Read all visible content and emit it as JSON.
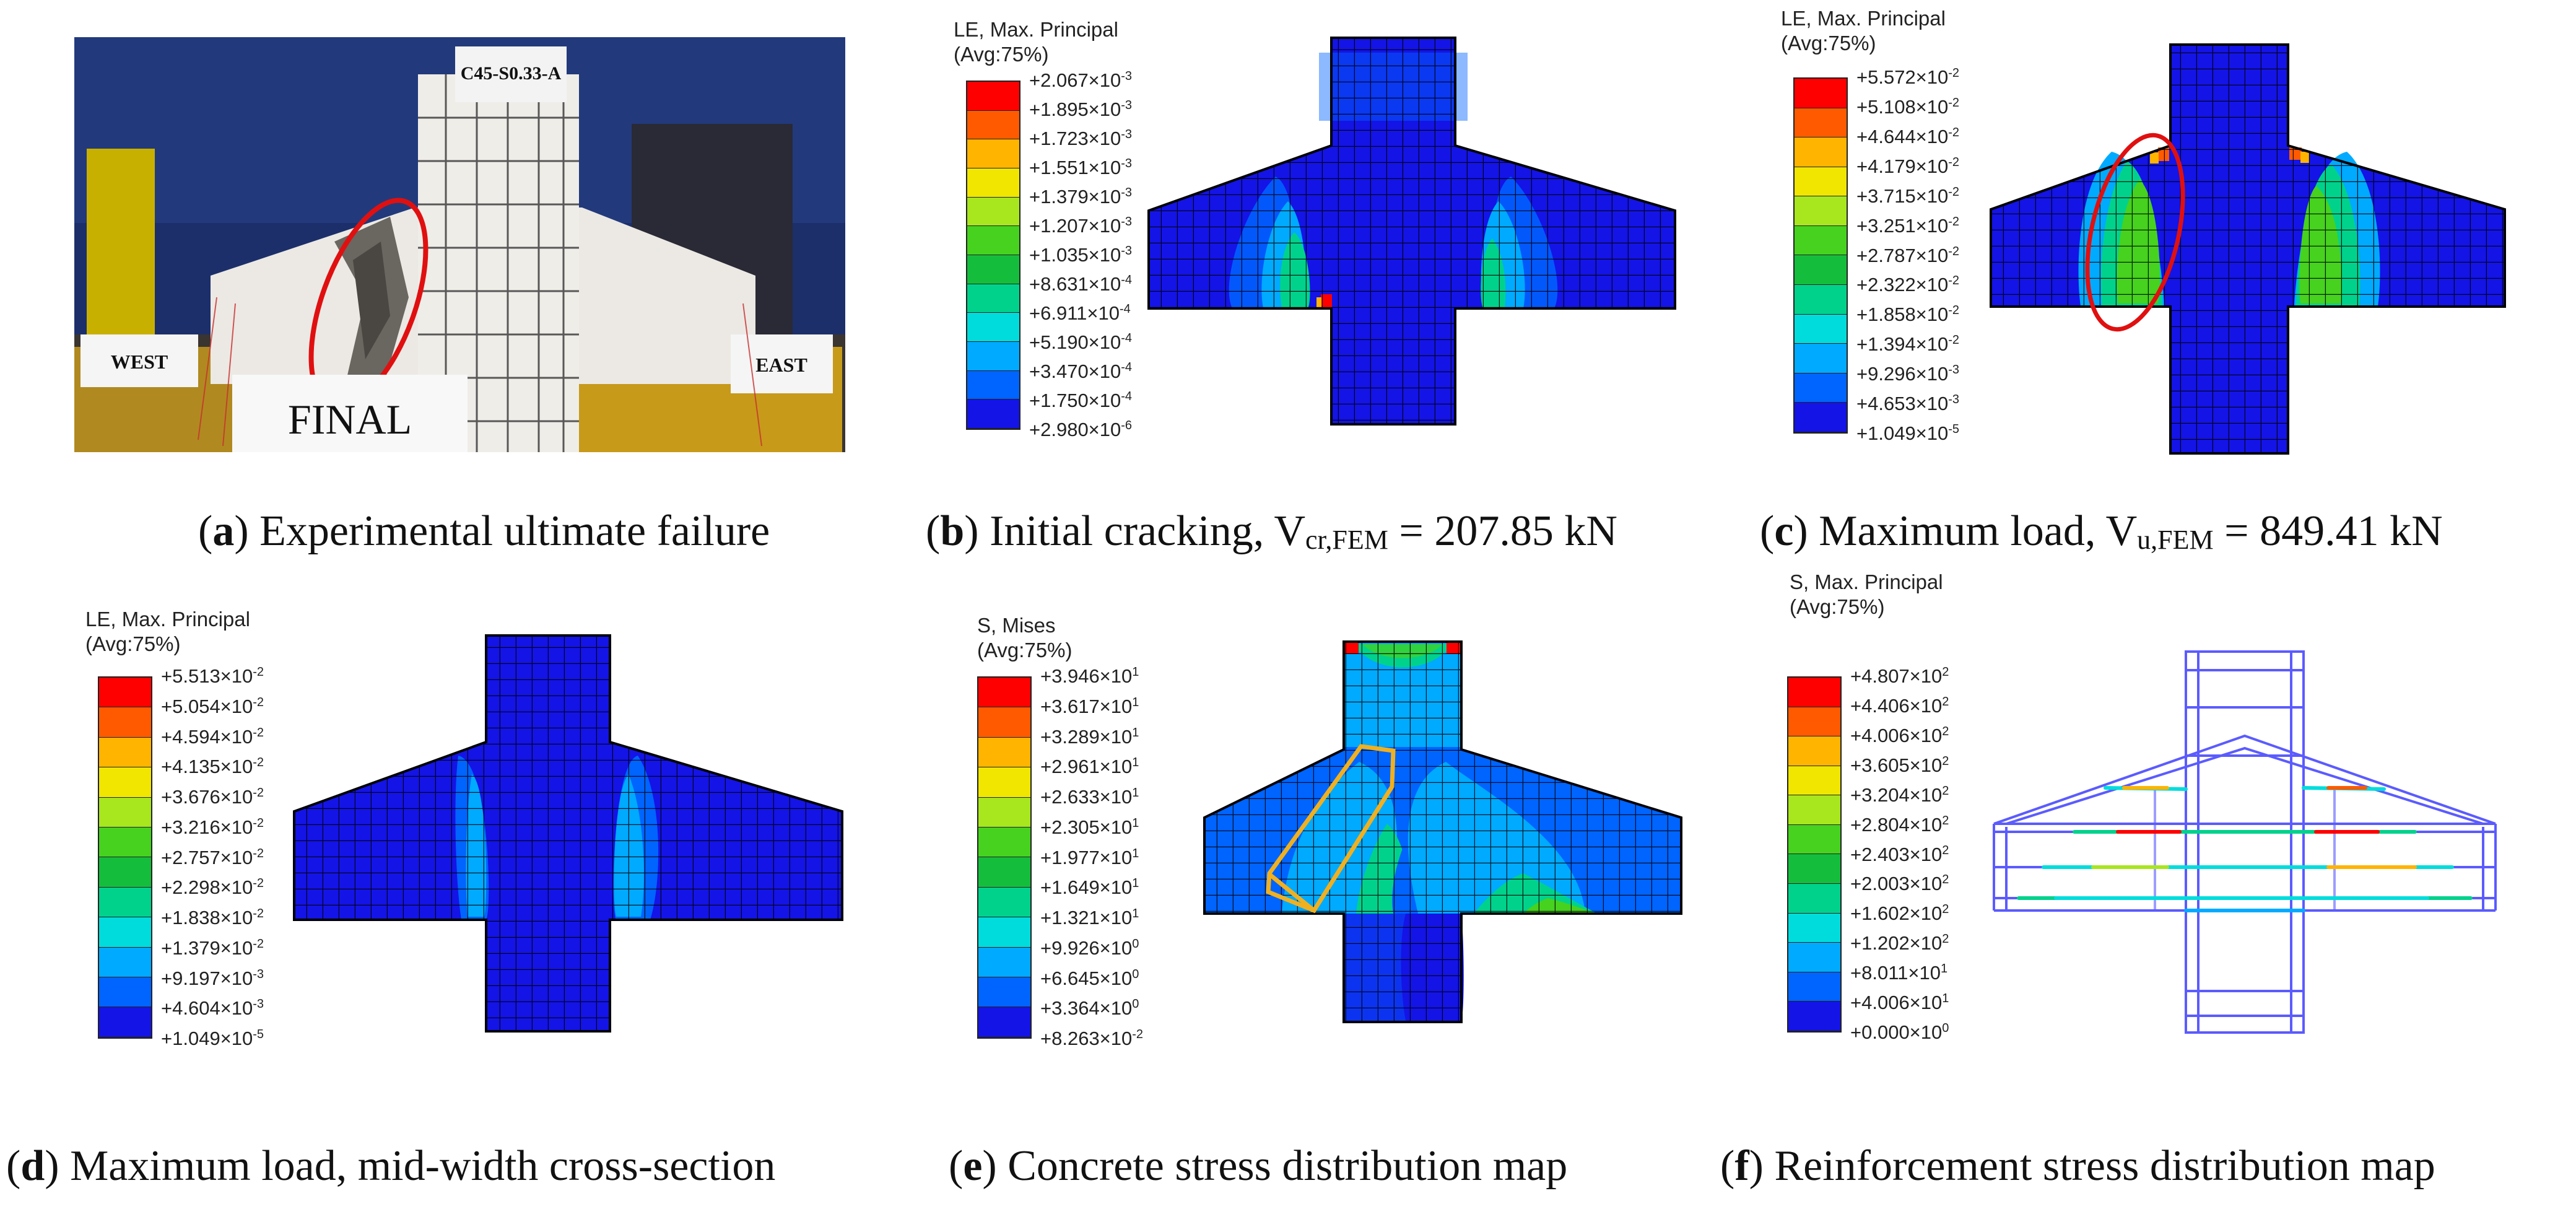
{
  "palette": [
    "#ff0000",
    "#ff5a00",
    "#ffb400",
    "#f0e600",
    "#a8e61e",
    "#46d21e",
    "#14be3c",
    "#00d28c",
    "#00dcdc",
    "#00aaff",
    "#0064ff",
    "#1414e6"
  ],
  "panels": {
    "a": {
      "caption": {
        "letter": "a",
        "text": "Experimental ultimate failure"
      },
      "photo_labels": {
        "specimen": "C45-S0.33-A",
        "west": "WEST",
        "east": "EAST",
        "final": "FINAL"
      }
    },
    "b": {
      "caption": {
        "letter": "b",
        "pre": "Initial cracking, V",
        "sub": "cr,FEM",
        "post": " = 207.85 kN"
      },
      "legend": {
        "title1": "LE, Max. Principal",
        "title2": "(Avg:75%)",
        "labels": [
          "+2.067×10|-3",
          "+1.895×10|-3",
          "+1.723×10|-3",
          "+1.551×10|-3",
          "+1.379×10|-3",
          "+1.207×10|-3",
          "+1.035×10|-3",
          "+8.631×10|-4",
          "+6.911×10|-4",
          "+5.190×10|-4",
          "+3.470×10|-4",
          "+1.750×10|-4",
          "+2.980×10|-6"
        ]
      }
    },
    "c": {
      "caption": {
        "letter": "c",
        "pre": "Maximum load, V",
        "sub": "u,FEM",
        "post": " = 849.41 kN"
      },
      "legend": {
        "title1": "LE, Max. Principal",
        "title2": "(Avg:75%)",
        "labels": [
          "+5.572×10|-2",
          "+5.108×10|-2",
          "+4.644×10|-2",
          "+4.179×10|-2",
          "+3.715×10|-2",
          "+3.251×10|-2",
          "+2.787×10|-2",
          "+2.322×10|-2",
          "+1.858×10|-2",
          "+1.394×10|-2",
          "+9.296×10|-3",
          "+4.653×10|-3",
          "+1.049×10|-5"
        ]
      }
    },
    "d": {
      "caption": {
        "letter": "d",
        "text": "Maximum load, mid-width cross-section"
      },
      "legend": {
        "title1": "LE, Max. Principal",
        "title2": "(Avg:75%)",
        "labels": [
          "+5.513×10|-2",
          "+5.054×10|-2",
          "+4.594×10|-2",
          "+4.135×10|-2",
          "+3.676×10|-2",
          "+3.216×10|-2",
          "+2.757×10|-2",
          "+2.298×10|-2",
          "+1.838×10|-2",
          "+1.379×10|-2",
          "+9.197×10|-3",
          "+4.604×10|-3",
          "+1.049×10|-5"
        ]
      }
    },
    "e": {
      "caption": {
        "letter": "e",
        "text": "Concrete stress distribution map"
      },
      "legend": {
        "title1": "S, Mises",
        "title2": "(Avg:75%)",
        "labels": [
          "+3.946×10|1",
          "+3.617×10|1",
          "+3.289×10|1",
          "+2.961×10|1",
          "+2.633×10|1",
          "+2.305×10|1",
          "+1.977×10|1",
          "+1.649×10|1",
          "+1.321×10|1",
          "+9.926×10|0",
          "+6.645×10|0",
          "+3.364×10|0",
          "+8.263×10|-2"
        ]
      }
    },
    "f": {
      "caption": {
        "letter": "f",
        "text": "Reinforcement stress distribution map"
      },
      "legend": {
        "title1": "S, Max. Principal",
        "title2": "(Avg:75%)",
        "labels": [
          "+4.807×10|2",
          "+4.406×10|2",
          "+4.006×10|2",
          "+3.605×10|2",
          "+3.204×10|2",
          "+2.804×10|2",
          "+2.403×10|2",
          "+2.003×10|2",
          "+1.602×10|2",
          "+1.202×10|2",
          "+8.011×10|1",
          "+4.006×10|1",
          "+0.000×10|0"
        ]
      }
    }
  }
}
